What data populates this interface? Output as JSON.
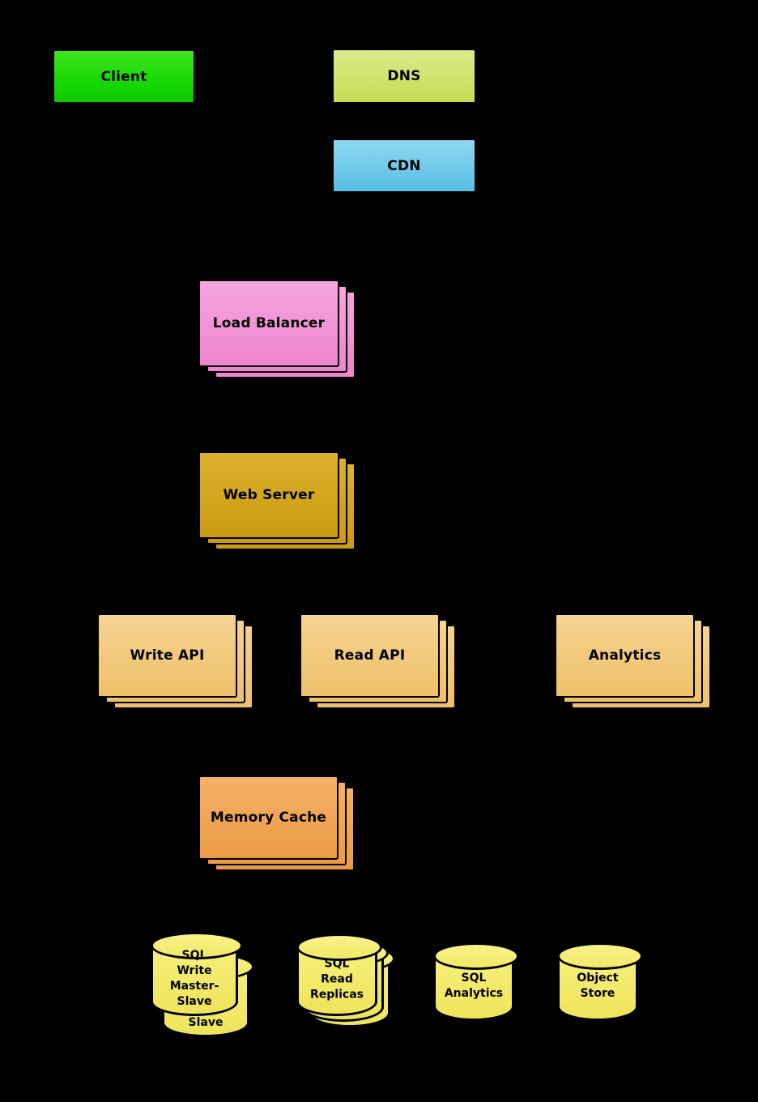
{
  "background": "#000000",
  "nodes": {
    "client": {
      "label": "Client",
      "color": "#1fdd00"
    },
    "dns": {
      "label": "DNS",
      "color": "#cddf63"
    },
    "cdn": {
      "label": "CDN",
      "color": "#62c5e7"
    },
    "load_balancer": {
      "label": "Load Balancer",
      "color": "#f193d6"
    },
    "web_server": {
      "label": "Web Server",
      "color": "#d2a216"
    },
    "write_api": {
      "label": "Write API",
      "color": "#f3ca7e"
    },
    "read_api": {
      "label": "Read API",
      "color": "#f3ca7e"
    },
    "analytics": {
      "label": "Analytics",
      "color": "#f3ca7e"
    },
    "memory_cache": {
      "label": "Memory Cache",
      "color": "#f0a455"
    },
    "sql_write_master_slave": {
      "label": "SQL\nWrite\nMaster-\nSlave",
      "color": "#f3eb64"
    },
    "sql_read_replicas": {
      "label": "SQL\nRead\nReplicas",
      "color": "#f3eb64"
    },
    "sql_analytics": {
      "label": "SQL\nAnalytics",
      "color": "#f3eb64"
    },
    "object_store": {
      "label": "Object\nStore",
      "color": "#f3eb64"
    }
  }
}
